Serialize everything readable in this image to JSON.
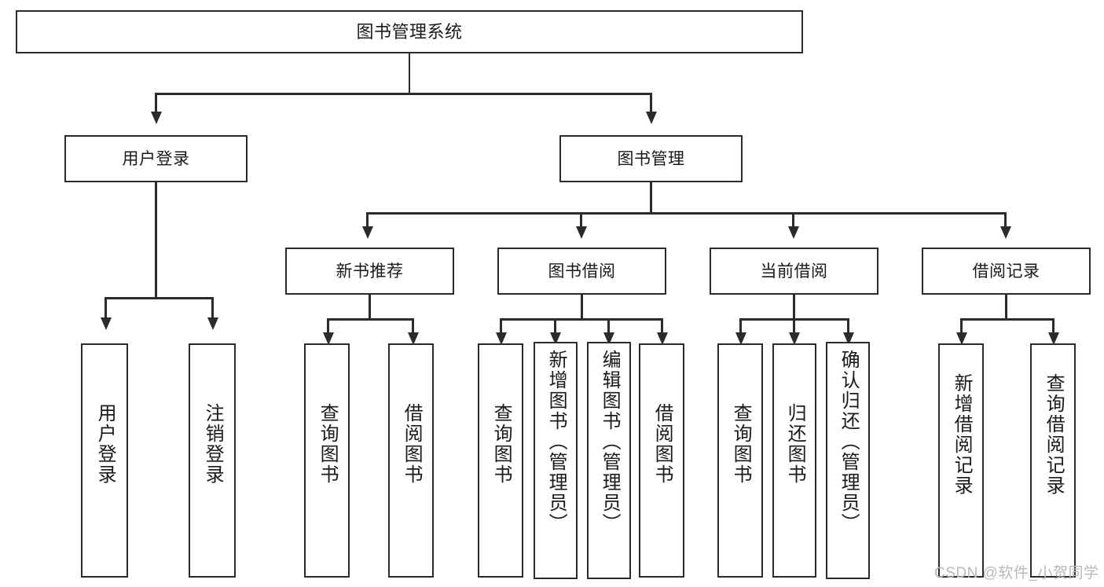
{
  "diagram": {
    "title": "图书管理系统",
    "watermark": "CSDN @软件_小贺同学",
    "colors": {
      "stroke": "#2b2b2b",
      "background": "#ffffff",
      "text": "#1a1a1a",
      "watermark": "#b9b9b9"
    }
  },
  "nodes": {
    "root": {
      "label": "图书管理系统"
    },
    "level2": [
      {
        "label": "用户登录"
      },
      {
        "label": "图书管理"
      }
    ],
    "level3": [
      {
        "label": "新书推荐"
      },
      {
        "label": "图书借阅"
      },
      {
        "label": "当前借阅"
      },
      {
        "label": "借阅记录"
      }
    ],
    "leaves": {
      "user_login": [
        {
          "label": "用户登录"
        },
        {
          "label": "注销登录"
        }
      ],
      "new_book_recommend": [
        {
          "label": "查询图书"
        },
        {
          "label": "借阅图书"
        }
      ],
      "book_borrow": [
        {
          "label": "查询图书"
        },
        {
          "label": "新增图书（管理员）"
        },
        {
          "label": "编辑图书（管理员）"
        },
        {
          "label": "借阅图书"
        }
      ],
      "current_borrow": [
        {
          "label": "查询图书"
        },
        {
          "label": "归还图书"
        },
        {
          "label": "确认归还（管理员）"
        }
      ],
      "borrow_record": [
        {
          "label": "新增借阅记录"
        },
        {
          "label": "查询借阅记录"
        }
      ]
    }
  }
}
